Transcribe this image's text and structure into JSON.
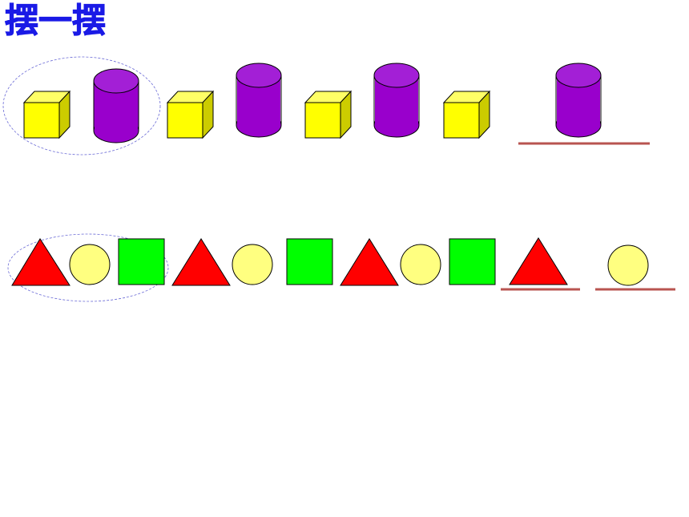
{
  "title": "摆一摆",
  "colors": {
    "title": "#1a1ae6",
    "cube_front": "#ffff00",
    "cube_top": "#ffff66",
    "cube_side": "#cccc00",
    "cylinder": "#9900cc",
    "cylinder_top": "#a31fd6",
    "triangle": "#ff0000",
    "circle": "#ffff80",
    "square": "#00ff00",
    "group_outline": "#6b6bd6",
    "answer_line": "#b85450"
  },
  "rows": [
    {
      "pattern": [
        "cube",
        "cylinder"
      ],
      "sequence": [
        "cube",
        "cylinder",
        "cube",
        "cylinder",
        "cube",
        "cylinder",
        "cube",
        "cylinder"
      ],
      "answer_blanks": 1
    },
    {
      "pattern": [
        "triangle",
        "circle",
        "square"
      ],
      "sequence": [
        "triangle",
        "circle",
        "square",
        "triangle",
        "circle",
        "square",
        "triangle",
        "circle",
        "square",
        "triangle",
        "circle"
      ],
      "answer_blanks": 2
    }
  ]
}
